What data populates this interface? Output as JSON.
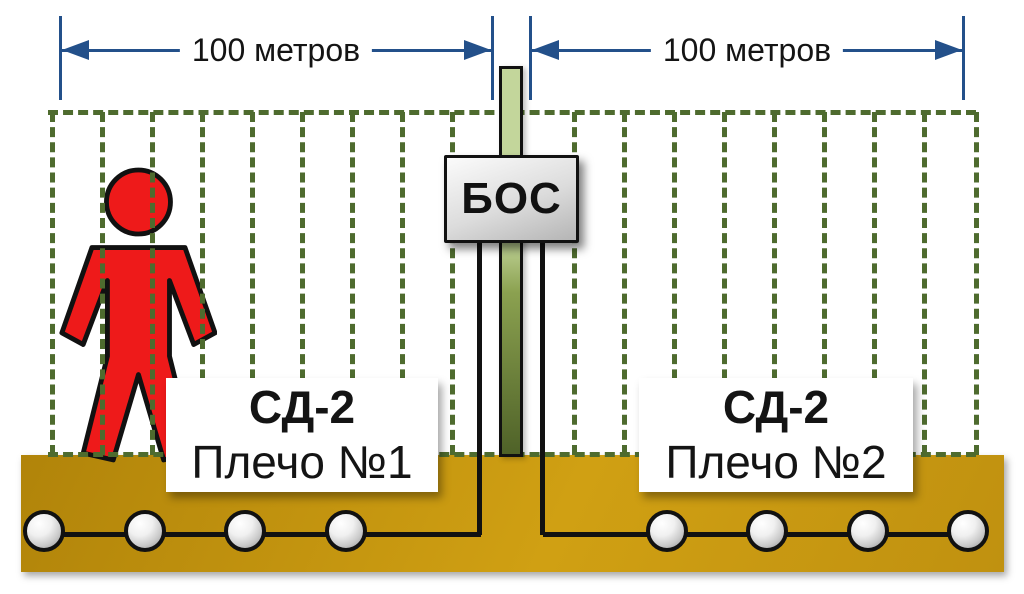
{
  "dimensions": {
    "left_label": "100 метров",
    "right_label": "100 метров"
  },
  "controller": {
    "label": "БОС"
  },
  "zones": {
    "left": {
      "system": "СД-2",
      "branch": "Плечо №1",
      "sensor_count": 4
    },
    "right": {
      "system": "СД-2",
      "branch": "Плечо №2",
      "sensor_count": 4
    }
  },
  "colors": {
    "dimension_blue": "#23508a",
    "fence_green": "#4e6b2e",
    "pole_light_green": "#c3d69b",
    "pole_dark_green": "#4f6228",
    "ground_gold": "#c09110",
    "ground_gold_dark": "#b1840a",
    "ground_gold_light": "#d0a013",
    "intruder_red": "#ee1a1a",
    "box_gray_light": "#fbfbfb",
    "box_gray_dark": "#b5b5b5",
    "sensor_gray": "#c9c9c9"
  }
}
